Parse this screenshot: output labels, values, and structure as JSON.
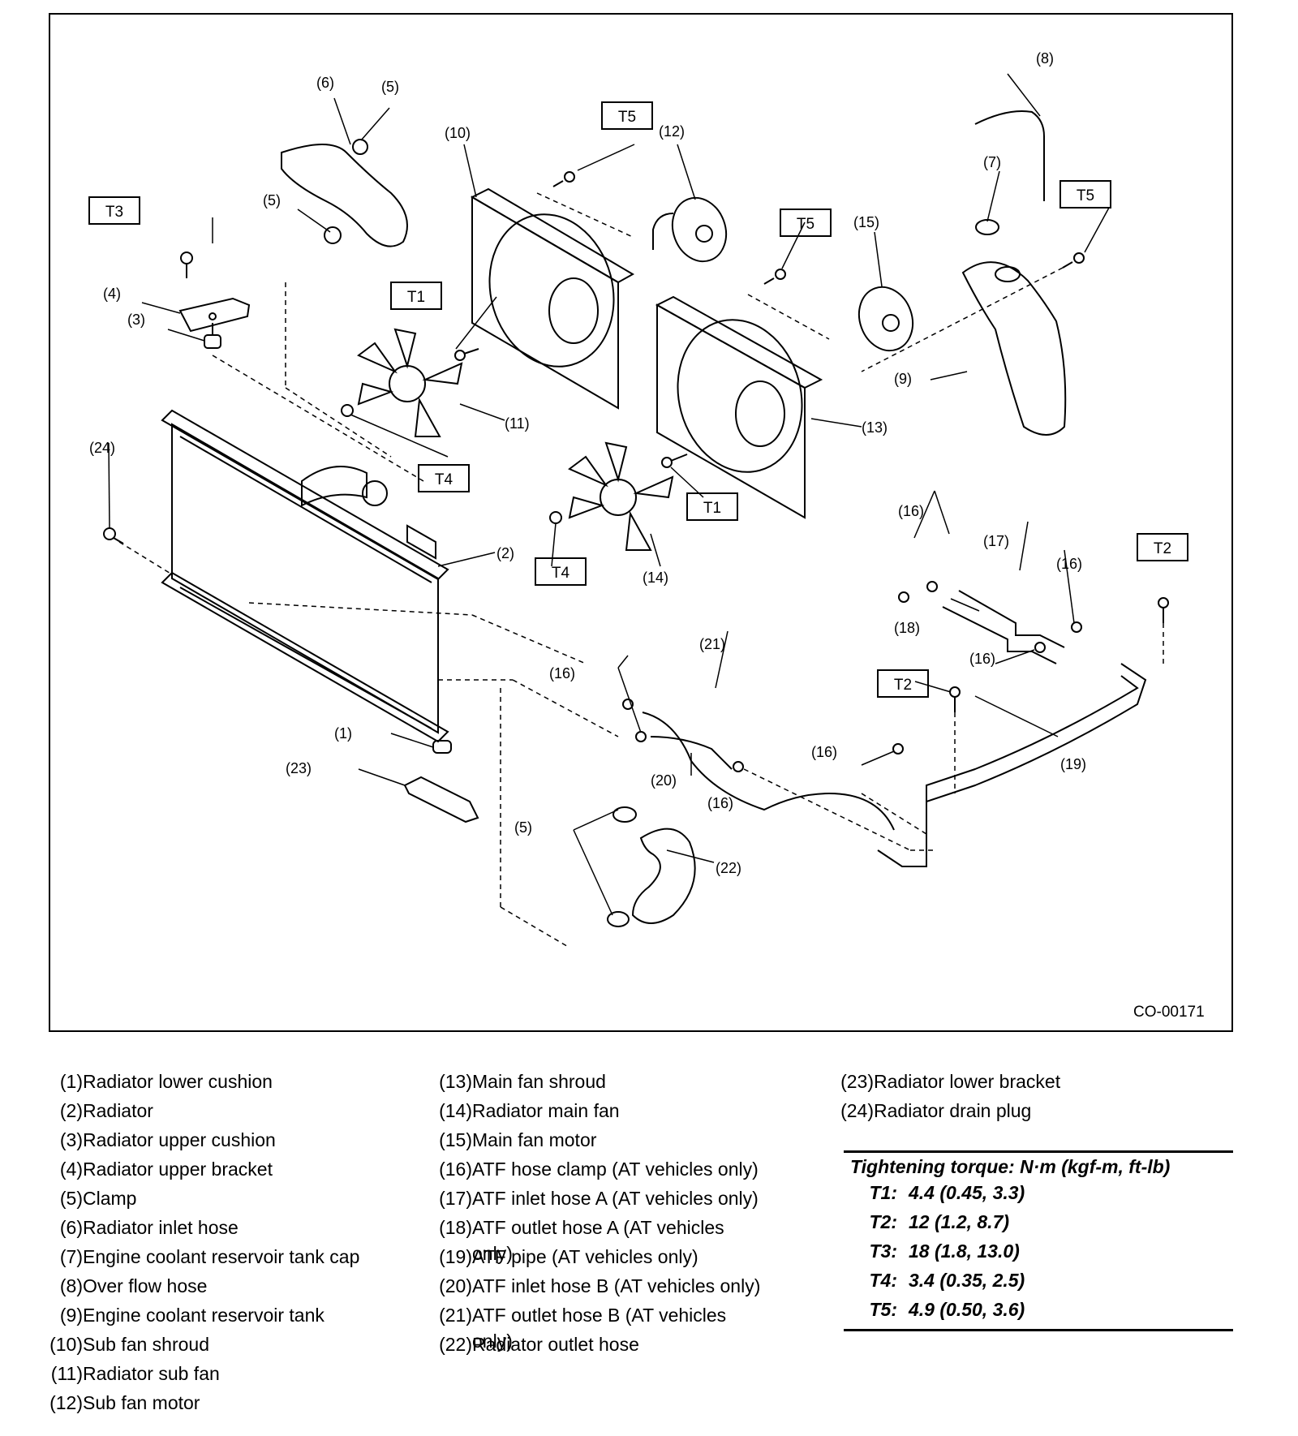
{
  "diagram": {
    "code": "CO-00171",
    "callouts": {
      "n1": "(1)",
      "n2": "(2)",
      "n3": "(3)",
      "n4": "(4)",
      "n5": "(5)",
      "n6": "(6)",
      "n7": "(7)",
      "n8": "(8)",
      "n9": "(9)",
      "n10": "(10)",
      "n11": "(11)",
      "n12": "(12)",
      "n13": "(13)",
      "n14": "(14)",
      "n15": "(15)",
      "n16": "(16)",
      "n17": "(17)",
      "n18": "(18)",
      "n19": "(19)",
      "n20": "(20)",
      "n21": "(21)",
      "n22": "(22)",
      "n23": "(23)",
      "n24": "(24)"
    },
    "torque_tags": {
      "t1": "T1",
      "t2": "T2",
      "t3": "T3",
      "t4": "T4",
      "t5": "T5"
    }
  },
  "legend": {
    "col1": [
      {
        "num": "(1)",
        "text": "Radiator lower cushion"
      },
      {
        "num": "(2)",
        "text": "Radiator"
      },
      {
        "num": "(3)",
        "text": "Radiator upper cushion"
      },
      {
        "num": "(4)",
        "text": "Radiator upper bracket"
      },
      {
        "num": "(5)",
        "text": "Clamp"
      },
      {
        "num": "(6)",
        "text": "Radiator inlet hose"
      },
      {
        "num": "(7)",
        "text": "Engine coolant reservoir tank cap"
      },
      {
        "num": "(8)",
        "text": "Over flow hose"
      },
      {
        "num": "(9)",
        "text": "Engine coolant reservoir tank"
      },
      {
        "num": "(10)",
        "text": "Sub fan shroud"
      },
      {
        "num": "(11)",
        "text": "Radiator sub fan"
      },
      {
        "num": "(12)",
        "text": "Sub fan motor"
      }
    ],
    "col2": [
      {
        "num": "(13)",
        "text": "Main fan shroud"
      },
      {
        "num": "(14)",
        "text": "Radiator main fan"
      },
      {
        "num": "(15)",
        "text": "Main fan motor"
      },
      {
        "num": "(16)",
        "text": "ATF hose clamp (AT vehicles only)"
      },
      {
        "num": "(17)",
        "text": "ATF inlet hose A (AT vehicles only)"
      },
      {
        "num": "(18)",
        "text": "ATF outlet hose A (AT vehicles",
        "cont": "only)"
      },
      {
        "num": "(19)",
        "text": "ATF pipe (AT vehicles only)"
      },
      {
        "num": "(20)",
        "text": "ATF inlet hose B (AT vehicles only)"
      },
      {
        "num": "(21)",
        "text": "ATF outlet hose B (AT vehicles",
        "cont": "only)"
      },
      {
        "num": "(22)",
        "text": "Radiator outlet hose"
      }
    ],
    "col3": [
      {
        "num": "(23)",
        "text": "Radiator lower bracket"
      },
      {
        "num": "(24)",
        "text": "Radiator drain plug"
      }
    ]
  },
  "torque": {
    "title": "Tightening torque: N·m (kgf-m, ft-lb)",
    "rows": [
      {
        "key": "T1:",
        "val": "4.4 (0.45, 3.3)"
      },
      {
        "key": "T2:",
        "val": "12 (1.2, 8.7)"
      },
      {
        "key": "T3:",
        "val": "18 (1.8, 13.0)"
      },
      {
        "key": "T4:",
        "val": "3.4 (0.35, 2.5)"
      },
      {
        "key": "T5:",
        "val": "4.9 (0.50, 3.6)"
      }
    ]
  }
}
